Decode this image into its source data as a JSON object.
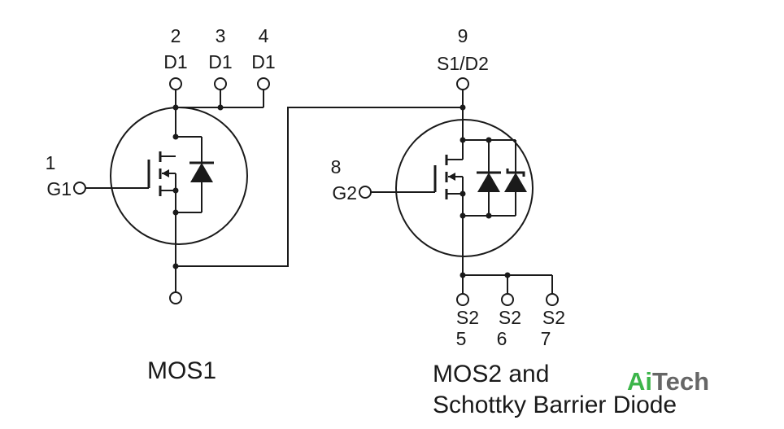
{
  "mos1": {
    "pins": {
      "d1_a": {
        "number": "2",
        "name": "D1"
      },
      "d1_b": {
        "number": "3",
        "name": "D1"
      },
      "d1_c": {
        "number": "4",
        "name": "D1"
      },
      "g1": {
        "number": "1",
        "name": "G1"
      }
    },
    "caption": "MOS1"
  },
  "mos2": {
    "pins": {
      "s1d2": {
        "number": "9",
        "name": "S1/D2"
      },
      "g2": {
        "number": "8",
        "name": "G2"
      },
      "s2_a": {
        "number": "5",
        "name": "S2"
      },
      "s2_b": {
        "number": "6",
        "name": "S2"
      },
      "s2_c": {
        "number": "7",
        "name": "S2"
      }
    },
    "caption_line1": "MOS2 and",
    "caption_line2": "Schottky Barrier Diode"
  },
  "watermark": {
    "part1": "Ai",
    "part2": "Tech",
    "color1": "#3cb54a",
    "color2": "#666666"
  }
}
